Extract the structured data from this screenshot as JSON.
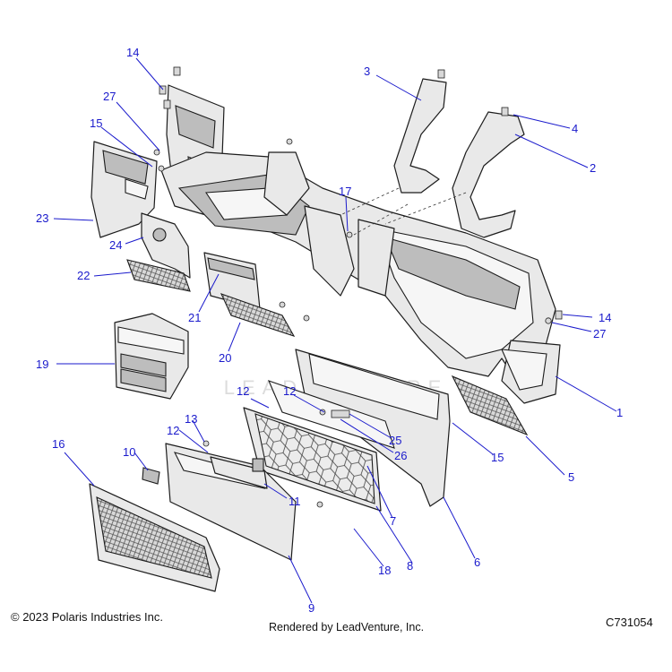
{
  "callouts": [
    {
      "id": "c1",
      "text": "1"
    },
    {
      "id": "c2",
      "text": "2"
    },
    {
      "id": "c3",
      "text": "3"
    },
    {
      "id": "c4",
      "text": "4"
    },
    {
      "id": "c5",
      "text": "5"
    },
    {
      "id": "c6",
      "text": "6"
    },
    {
      "id": "c7",
      "text": "7"
    },
    {
      "id": "c8",
      "text": "8"
    },
    {
      "id": "c9",
      "text": "9"
    },
    {
      "id": "c10",
      "text": "10"
    },
    {
      "id": "c11",
      "text": "11"
    },
    {
      "id": "c12a",
      "text": "12"
    },
    {
      "id": "c12b",
      "text": "12"
    },
    {
      "id": "c12c",
      "text": "12"
    },
    {
      "id": "c13",
      "text": "13"
    },
    {
      "id": "c14a",
      "text": "14"
    },
    {
      "id": "c14b",
      "text": "14"
    },
    {
      "id": "c15a",
      "text": "15"
    },
    {
      "id": "c15b",
      "text": "15"
    },
    {
      "id": "c16",
      "text": "16"
    },
    {
      "id": "c17",
      "text": "17"
    },
    {
      "id": "c18",
      "text": "18"
    },
    {
      "id": "c19",
      "text": "19"
    },
    {
      "id": "c20",
      "text": "20"
    },
    {
      "id": "c21",
      "text": "21"
    },
    {
      "id": "c22",
      "text": "22"
    },
    {
      "id": "c23",
      "text": "23"
    },
    {
      "id": "c24",
      "text": "24"
    },
    {
      "id": "c25",
      "text": "25"
    },
    {
      "id": "c26",
      "text": "26"
    },
    {
      "id": "c27a",
      "text": "27"
    },
    {
      "id": "c27b",
      "text": "27"
    }
  ],
  "footer": {
    "copyright": "© 2023 Polaris Industries Inc.",
    "rendered_by": "Rendered by LeadVenture, Inc.",
    "drawing_number": "C731054"
  },
  "watermark": "LEADVENTURE",
  "colors": {
    "callout": "#1a1acc",
    "line": "#1c1c1c",
    "part_fill": "#e9e9e9"
  }
}
